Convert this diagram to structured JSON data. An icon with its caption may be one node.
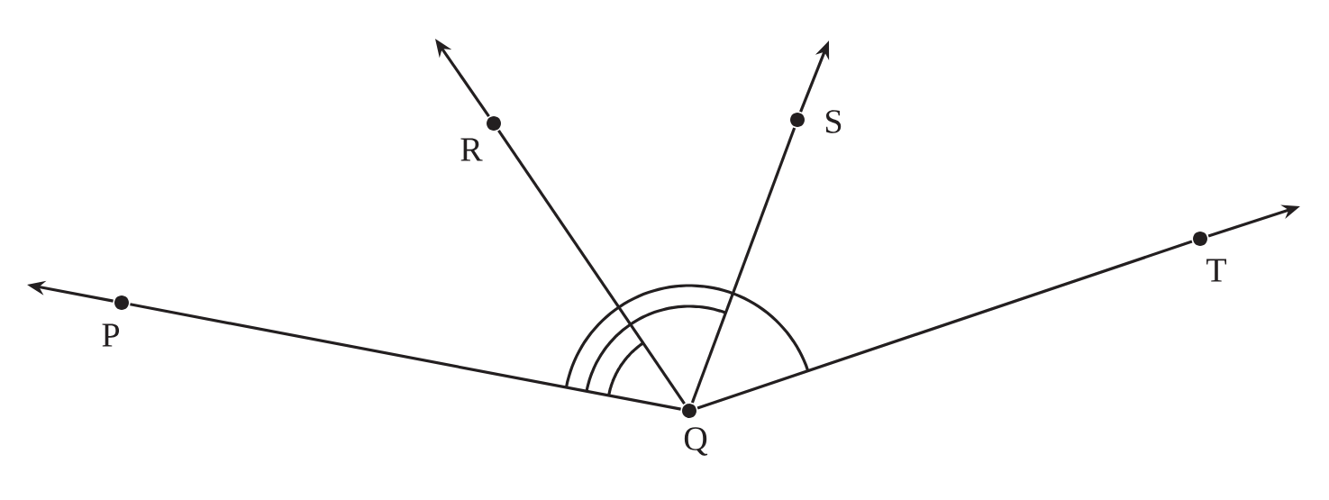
{
  "diagram": {
    "nodes": [
      {
        "text": [
          "P"
        ]
      },
      {
        "text": [
          "Q"
        ]
      },
      {
        "text": [
          "R"
        ]
      },
      {
        "text": [
          "S"
        ]
      },
      {
        "text": [
          "T"
        ]
      }
    ],
    "edges": [
      {
        "from": 1,
        "to": 0,
        "arrow": "none"
      },
      {
        "from": 0,
        "to": null,
        "arrow": "to"
      },
      {
        "from": 1,
        "to": 2,
        "arrow": "none"
      },
      {
        "from": 2,
        "to": null,
        "arrow": "to"
      },
      {
        "from": 1,
        "to": 3,
        "arrow": "none"
      },
      {
        "from": 3,
        "to": null,
        "arrow": "to"
      },
      {
        "from": 1,
        "to": 4,
        "arrow": "none"
      },
      {
        "from": 4,
        "to": null,
        "arrow": "to"
      }
    ]
  }
}
